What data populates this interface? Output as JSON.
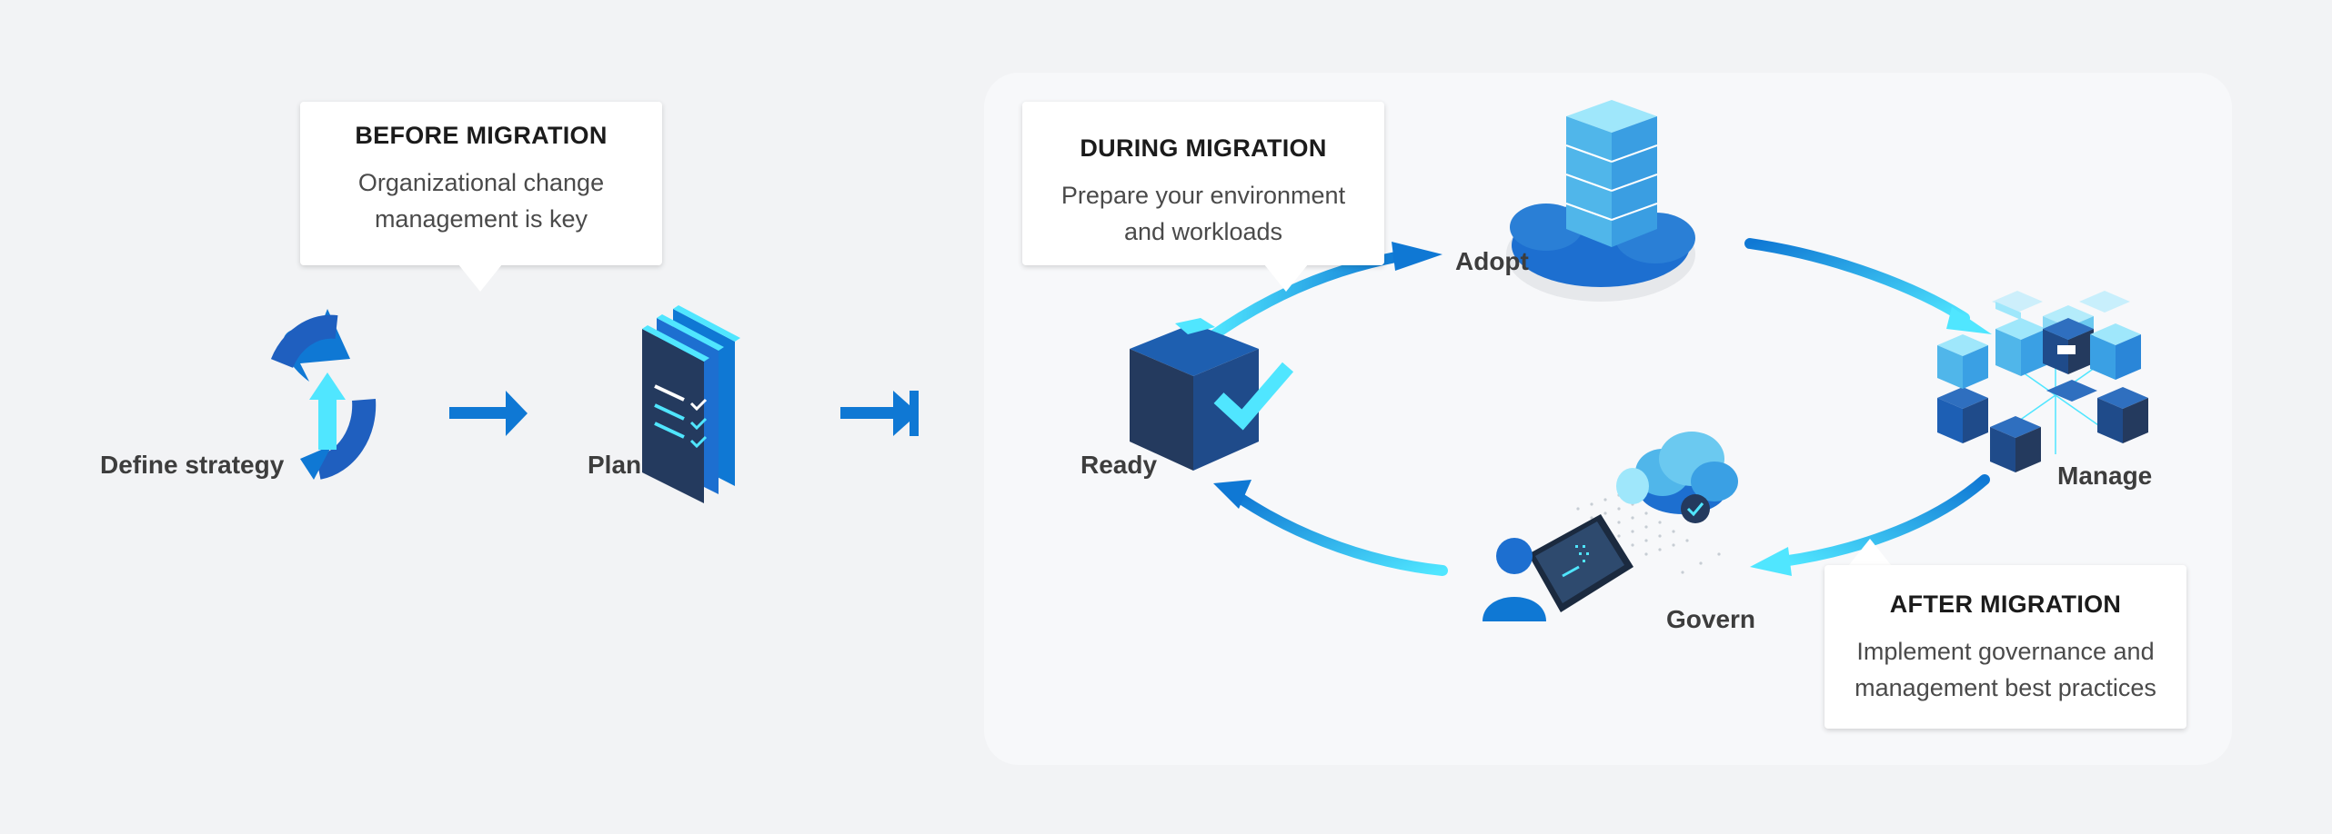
{
  "before_migration": {
    "title": "BEFORE MIGRATION",
    "line1": "Organizational change",
    "line2": "management is key"
  },
  "during_migration": {
    "title": "DURING MIGRATION",
    "line1": "Prepare your environment",
    "line2": "and workloads"
  },
  "after_migration": {
    "title": "AFTER MIGRATION",
    "line1": "Implement governance and",
    "line2": "management best practices"
  },
  "stages": {
    "define_strategy": "Define strategy",
    "plan": "Plan",
    "ready": "Ready",
    "adopt": "Adopt",
    "manage": "Manage",
    "govern": "Govern"
  },
  "icons": {
    "define_strategy": "refresh-arrows-icon",
    "plan": "checklist-document-icon",
    "ready": "cube-checkmark-icon",
    "adopt": "cloud-server-stack-icon",
    "manage": "cube-network-icon",
    "govern": "user-laptop-cloud-icon"
  },
  "colors": {
    "arrow_blue": "#0f78d4",
    "cyan": "#50e6ff",
    "navy": "#243a5e"
  }
}
